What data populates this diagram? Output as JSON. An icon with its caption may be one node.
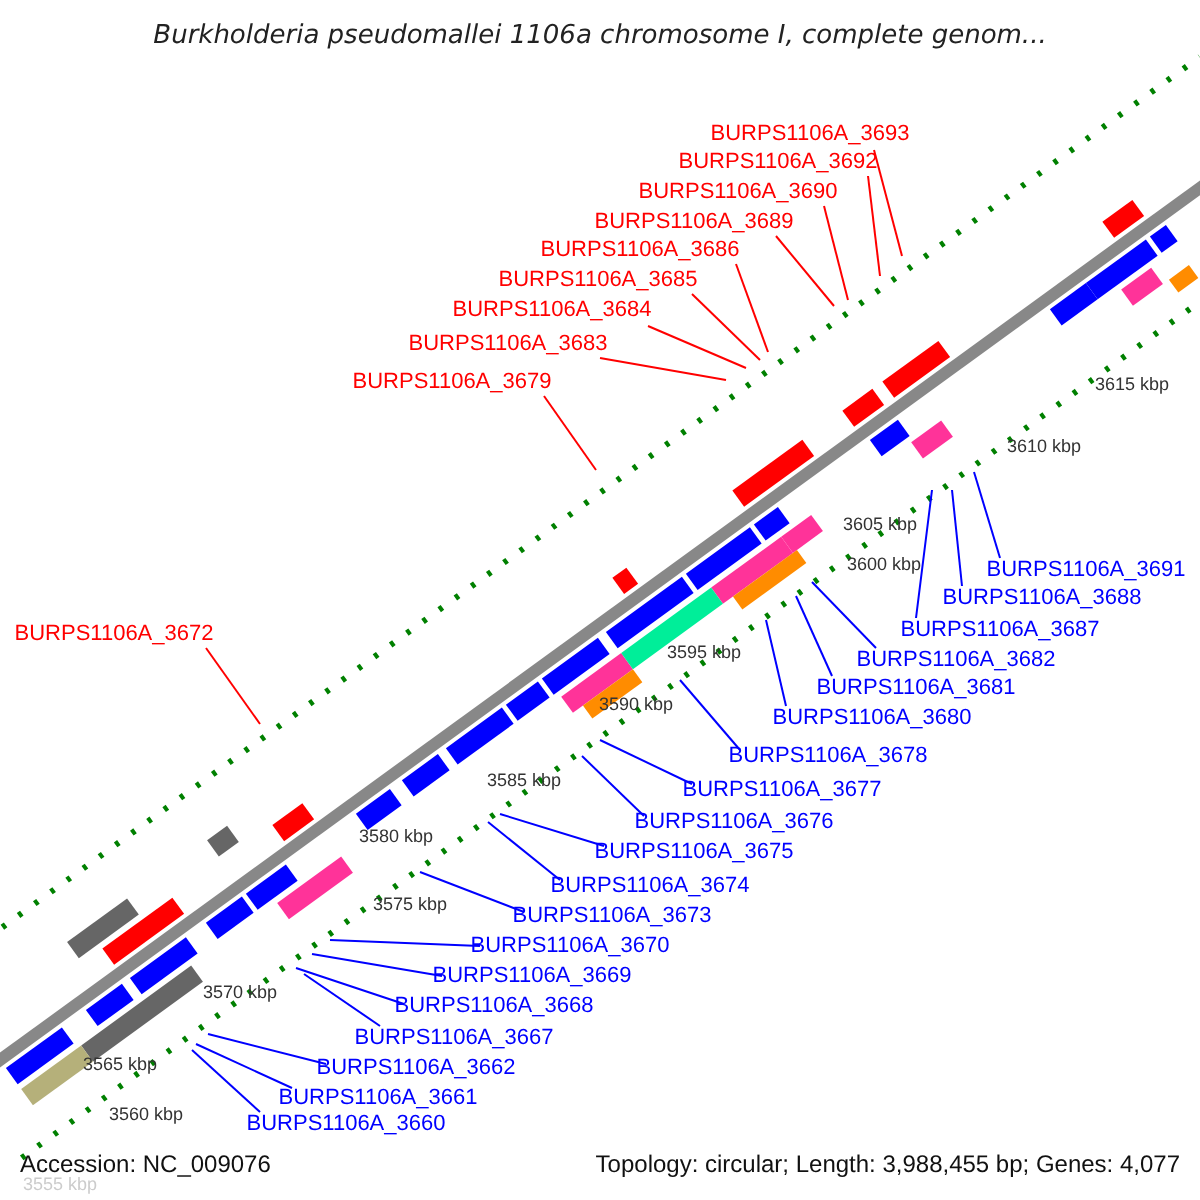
{
  "diagram": {
    "title": "Burkholderia pseudomallei 1106a chromosome I, complete genom...",
    "nodes": [
      {
        "text": [
          "BURPS1106A_3693"
        ]
      },
      {
        "text": [
          "BURPS1106A_3692"
        ]
      },
      {
        "text": [
          "BURPS1106A_3690"
        ]
      },
      {
        "text": [
          "BURPS1106A_3689"
        ]
      },
      {
        "text": [
          "BURPS1106A_3686"
        ]
      },
      {
        "text": [
          "BURPS1106A_3685"
        ]
      },
      {
        "text": [
          "BURPS1106A_3684"
        ]
      },
      {
        "text": [
          "BURPS1106A_3683"
        ]
      },
      {
        "text": [
          "BURPS1106A_3679"
        ]
      },
      {
        "text": [
          "BURPS1106A_3691"
        ]
      },
      {
        "text": [
          "BURPS1106A_3688"
        ]
      },
      {
        "text": [
          "BURPS1106A_3672"
        ]
      },
      {
        "text": [
          "BURPS1106A_3687"
        ]
      },
      {
        "text": [
          "BURPS1106A_3682"
        ]
      },
      {
        "text": [
          "BURPS1106A_3681"
        ]
      },
      {
        "text": [
          "BURPS1106A_3680"
        ]
      },
      {
        "text": [
          "BURPS1106A_3678"
        ]
      },
      {
        "text": [
          "BURPS1106A_3677"
        ]
      },
      {
        "text": [
          "BURPS1106A_3676"
        ]
      },
      {
        "text": [
          "BURPS1106A_3675"
        ]
      },
      {
        "text": [
          "BURPS1106A_3674"
        ]
      },
      {
        "text": [
          "BURPS1106A_3673"
        ]
      },
      {
        "text": [
          "BURPS1106A_3670"
        ]
      },
      {
        "text": [
          "BURPS1106A_3669"
        ]
      },
      {
        "text": [
          "BURPS1106A_3668"
        ]
      },
      {
        "text": [
          "BURPS1106A_3667"
        ]
      },
      {
        "text": [
          "BURPS1106A_3662"
        ]
      },
      {
        "text": [
          "BURPS1106A_3661"
        ]
      },
      {
        "text": [
          "BURPS1106A_3660"
        ]
      }
    ],
    "edges": [
      {
        "from": 0,
        "to": null,
        "arrow": "none",
        "color": "#ff0000"
      },
      {
        "from": 1,
        "to": null,
        "arrow": "none",
        "color": "#ff0000"
      },
      {
        "from": 2,
        "to": null,
        "arrow": "none",
        "color": "#ff0000"
      },
      {
        "from": 3,
        "to": null,
        "arrow": "none",
        "color": "#ff0000"
      },
      {
        "from": 4,
        "to": null,
        "arrow": "none",
        "color": "#ff0000"
      },
      {
        "from": 5,
        "to": null,
        "arrow": "none",
        "color": "#ff0000"
      },
      {
        "from": 6,
        "to": null,
        "arrow": "none",
        "color": "#ff0000"
      },
      {
        "from": 7,
        "to": null,
        "arrow": "none",
        "color": "#ff0000"
      },
      {
        "from": 8,
        "to": null,
        "arrow": "none",
        "color": "#ff0000"
      },
      {
        "from": 9,
        "to": null,
        "arrow": "none"
      },
      {
        "from": 10,
        "to": null,
        "arrow": "none"
      },
      {
        "from": 11,
        "to": null,
        "arrow": "none",
        "color": "#ff0000"
      },
      {
        "from": 12,
        "to": null,
        "arrow": "none"
      },
      {
        "from": 13,
        "to": null,
        "arrow": "none"
      },
      {
        "from": 14,
        "to": null,
        "arrow": "none"
      },
      {
        "from": 15,
        "to": null,
        "arrow": "none"
      },
      {
        "from": 16,
        "to": null,
        "arrow": "none"
      },
      {
        "from": 17,
        "to": null,
        "arrow": "none"
      },
      {
        "from": 18,
        "to": null,
        "arrow": "none"
      },
      {
        "from": 19,
        "to": null,
        "arrow": "none"
      },
      {
        "from": 20,
        "to": null,
        "arrow": "none"
      },
      {
        "from": 21,
        "to": null,
        "arrow": "none"
      },
      {
        "from": 22,
        "to": null,
        "arrow": "none"
      },
      {
        "from": 23,
        "to": null,
        "arrow": "none"
      },
      {
        "from": 24,
        "to": null,
        "arrow": "none"
      },
      {
        "from": 25,
        "to": null,
        "arrow": "none"
      },
      {
        "from": 26,
        "to": null,
        "arrow": "none"
      },
      {
        "from": 27,
        "to": null,
        "arrow": "none"
      },
      {
        "from": 28,
        "to": null,
        "arrow": "none"
      }
    ],
    "labels": [
      "3615 kbp",
      "3610 kbp",
      "3605 kbp",
      "3600 kbp",
      "3595 kbp",
      "3590 kbp",
      "3585 kbp",
      "3580 kbp",
      "3575 kbp",
      "3570 kbp",
      "3565 kbp",
      "3560 kbp",
      "Accession: NC_009076",
      "Topology: circular; Length: 3,988,455 bp; Genes: 4,077",
      "3555 kbp"
    ]
  }
}
